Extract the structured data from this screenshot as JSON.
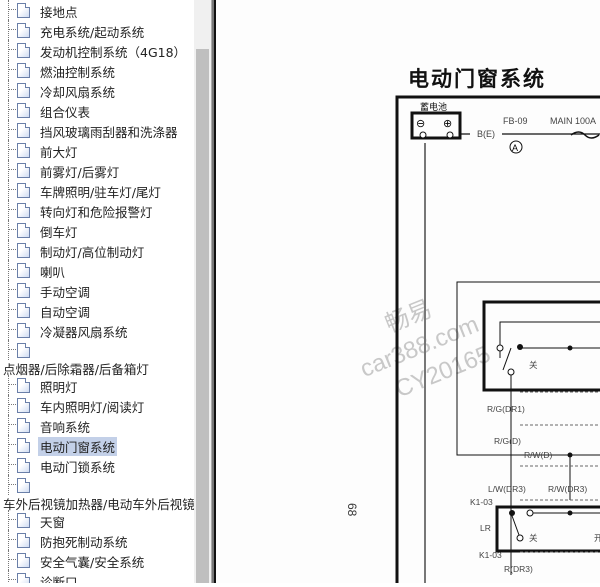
{
  "tree": {
    "items": [
      {
        "label": "接地点",
        "type": "doc"
      },
      {
        "label": "充电系统/起动系统",
        "type": "doc"
      },
      {
        "label": "发动机控制系统（4G18）",
        "type": "doc"
      },
      {
        "label": "燃油控制系统",
        "type": "doc"
      },
      {
        "label": "冷却风扇系统",
        "type": "doc"
      },
      {
        "label": "组合仪表",
        "type": "doc"
      },
      {
        "label": "挡风玻璃雨刮器和洗涤器",
        "type": "doc"
      },
      {
        "label": "前大灯",
        "type": "doc"
      },
      {
        "label": "前雾灯/后雾灯",
        "type": "doc"
      },
      {
        "label": "车牌照明/驻车灯/尾灯",
        "type": "doc"
      },
      {
        "label": "转向灯和危险报警灯",
        "type": "doc"
      },
      {
        "label": "倒车灯",
        "type": "doc"
      },
      {
        "label": "制动灯/高位制动灯",
        "type": "doc"
      },
      {
        "label": "喇叭",
        "type": "doc"
      },
      {
        "label": "手动空调",
        "type": "doc"
      },
      {
        "label": "自动空调",
        "type": "doc"
      },
      {
        "label": "冷凝器风扇系统",
        "type": "doc"
      },
      {
        "label": "",
        "type": "doc"
      },
      {
        "label": "点烟器/后除霜器/后备箱灯",
        "type": "wrap"
      },
      {
        "label": "照明灯",
        "type": "doc"
      },
      {
        "label": "车内照明灯/阅读灯",
        "type": "doc"
      },
      {
        "label": "音响系统",
        "type": "doc"
      },
      {
        "label": "电动门窗系统",
        "type": "doc",
        "selected": true
      },
      {
        "label": "电动门锁系统",
        "type": "doc"
      },
      {
        "label": "",
        "type": "doc"
      },
      {
        "label": "车外后视镜加热器/电动车外后视镜",
        "type": "wrap"
      },
      {
        "label": "天窗",
        "type": "doc"
      },
      {
        "label": "防抱死制动系统",
        "type": "doc"
      },
      {
        "label": "安全气囊/安全系统",
        "type": "doc"
      },
      {
        "label": "诊断口",
        "type": "doc"
      }
    ]
  },
  "diagram": {
    "title": "电动门窗系统",
    "battery_label": "蓄电池",
    "battery_minus": "⊖",
    "battery_plus": "⊕",
    "wire_be": "B(E)",
    "connector_fb": "FB-09",
    "fuse": "MAIN 100A",
    "ground_a": "A",
    "wire_rg_dr1": "R/G(DR1)",
    "wire_rg_d": "R/G(D)",
    "wire_rw_d": "R/W(D)",
    "wire_lw_dr3": "L/W(DR3)",
    "wire_rw_dr3": "R/W(DR3)",
    "k103_top": "K1-03",
    "k103_bottom": "K1-03",
    "lr": "LR",
    "off1": "关",
    "off2": "关",
    "open": "开",
    "wire_r_dr3": "R(DR3)",
    "page_number": "68",
    "watermark": [
      "畅易",
      "car388.com",
      "CY20165"
    ]
  }
}
